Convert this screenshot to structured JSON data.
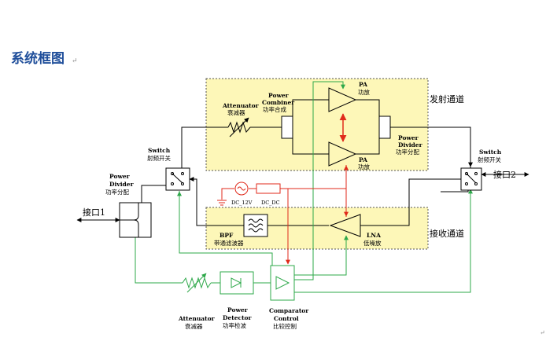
{
  "title": "系统框图",
  "paragraph_mark": "↵",
  "colors": {
    "title": "#1f4e9a",
    "region_fill": "#fdf7b8",
    "green": "#2ea84a",
    "red": "#e02a1b",
    "wire": "#000000"
  },
  "channels": {
    "tx": "发射通道",
    "rx": "接收通道"
  },
  "ports": {
    "port1": "接口1",
    "port2": "接口2"
  },
  "blocks": {
    "pa_top": {
      "en": "PA",
      "cn": "功放"
    },
    "pa_bottom": {
      "en": "PA",
      "cn": "功放"
    },
    "attenuator_tx": {
      "en": "Attenuator",
      "cn": "衰减器"
    },
    "power_combiner": {
      "en1": "Power",
      "en2": "Combiner",
      "cn": "功率合成"
    },
    "power_divider_tx": {
      "en1": "Power",
      "en2": "Divider",
      "cn": "功率分配"
    },
    "switch_left": {
      "en": "Switch",
      "cn": "射频开关"
    },
    "switch_right": {
      "en": "Switch",
      "cn": "射频开关"
    },
    "power_divider_left": {
      "en1": "Power",
      "en2": "Divider",
      "cn": "功率分配"
    },
    "bpf": {
      "en": "BPF",
      "cn": "带通滤波器"
    },
    "lna": {
      "en": "LNA",
      "cn": "低噪放"
    },
    "dc_12v": "DC_12V",
    "dc_dc": "DC_DC",
    "attenuator_bottom": {
      "en": "Attenuator",
      "cn": "衰减器"
    },
    "power_detector": {
      "en1": "Power",
      "en2": "Detector",
      "cn": "功率检波"
    },
    "comparator": {
      "en1": "Comparator",
      "en2": "Control",
      "cn": "比较控制"
    }
  }
}
